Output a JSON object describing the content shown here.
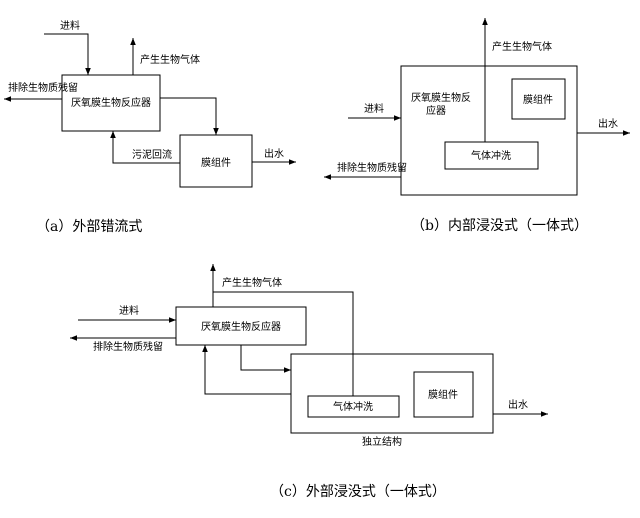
{
  "panel_a": {
    "feed": "进料",
    "biogas": "产生生物气体",
    "discharge": "排除生物质残留",
    "reactor": "厌氧膜生物反应器",
    "sludge_return": "污泥回流",
    "membrane": "膜组件",
    "effluent": "出水",
    "caption": "（a）外部错流式"
  },
  "panel_b": {
    "biogas": "产生生物气体",
    "feed": "进料",
    "reactor_line1": "厌氧膜生物反",
    "reactor_line2": "应器",
    "membrane": "膜组件",
    "effluent": "出水",
    "gas_flush": "气体冲洗",
    "discharge": "排除生物质残留",
    "caption": "（b）内部浸没式（一体式）"
  },
  "panel_c": {
    "biogas": "产生生物气体",
    "feed": "进料",
    "reactor": "厌氧膜生物反应器",
    "discharge": "排除生物质残留",
    "membrane": "膜组件",
    "gas_flush": "气体冲洗",
    "effluent": "出水",
    "standalone": "独立结构",
    "caption": "（c）外部浸没式（一体式）"
  }
}
